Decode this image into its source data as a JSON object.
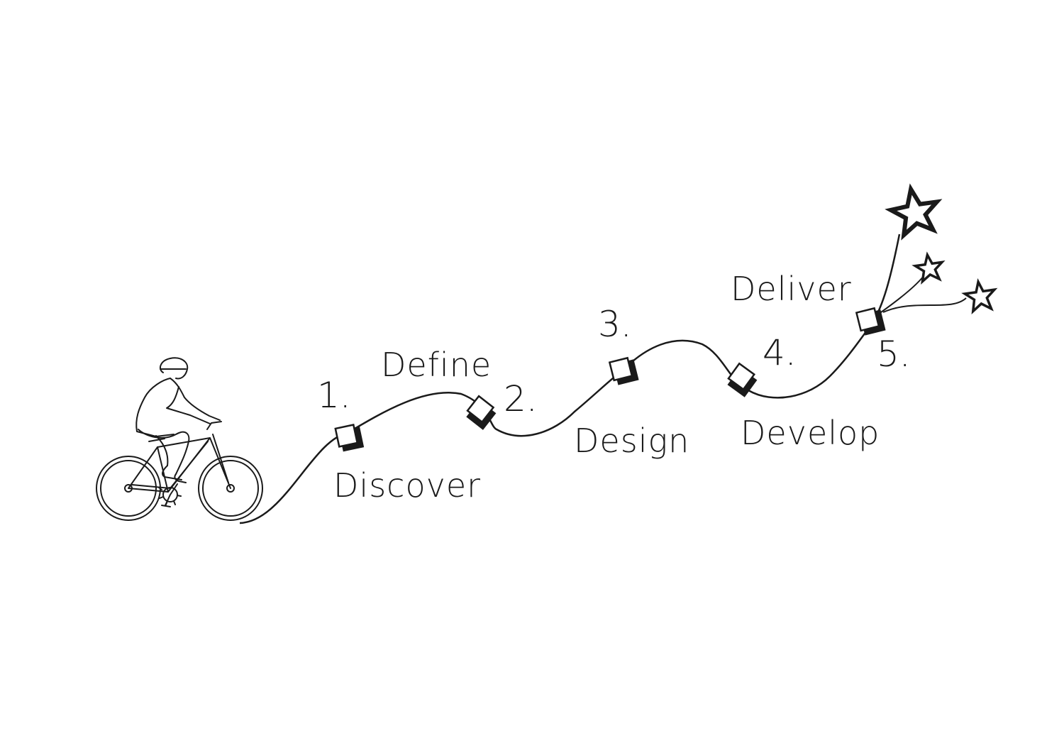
{
  "steps": [
    {
      "number": "1.",
      "label": "Discover"
    },
    {
      "number": "2.",
      "label": "Define"
    },
    {
      "number": "3.",
      "label": "Design"
    },
    {
      "number": "4.",
      "label": "Develop"
    },
    {
      "number": "5.",
      "label": "Deliver"
    }
  ],
  "colors": {
    "ink": "#1a1a1a",
    "background": "#ffffff"
  },
  "icons": [
    "bicycle-rider-icon",
    "star-icon"
  ]
}
